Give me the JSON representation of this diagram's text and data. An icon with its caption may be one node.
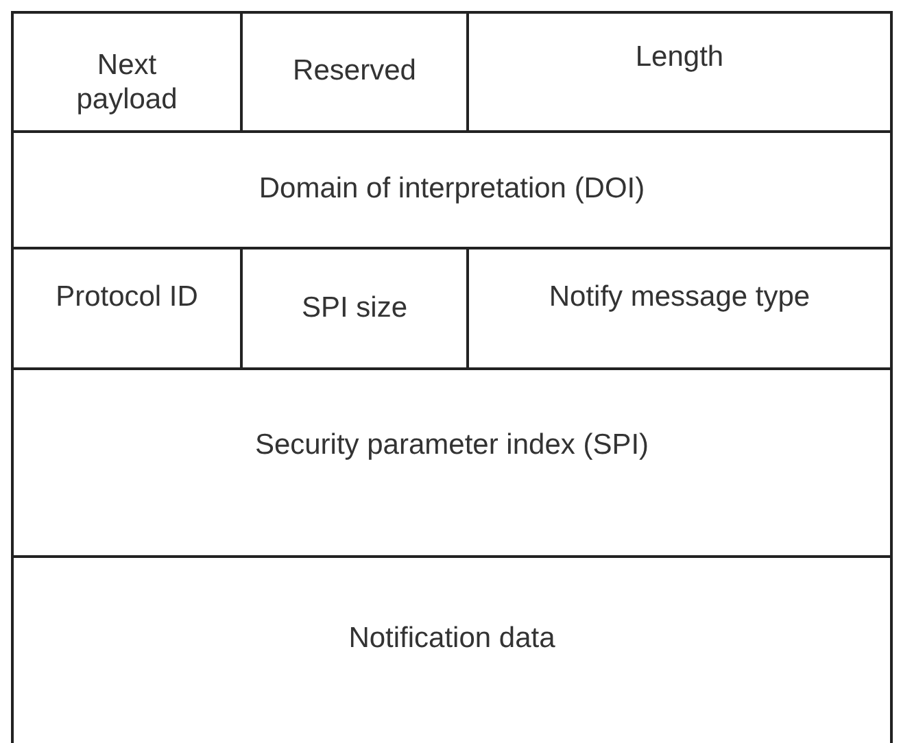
{
  "diagram": {
    "nodes": [
      {
        "text": [
          "Next payload"
        ]
      },
      {
        "text": [
          "Reserved"
        ]
      },
      {
        "text": [
          "Length"
        ]
      },
      {
        "text": [
          "Domain of interpretation (DOI)"
        ]
      },
      {
        "text": [
          "Protocol ID"
        ]
      },
      {
        "text": [
          "SPI size"
        ]
      },
      {
        "text": [
          "Notify message type"
        ]
      },
      {
        "text": [
          "Security parameter index (SPI)"
        ]
      },
      {
        "text": [
          "Notification data"
        ]
      }
    ]
  }
}
